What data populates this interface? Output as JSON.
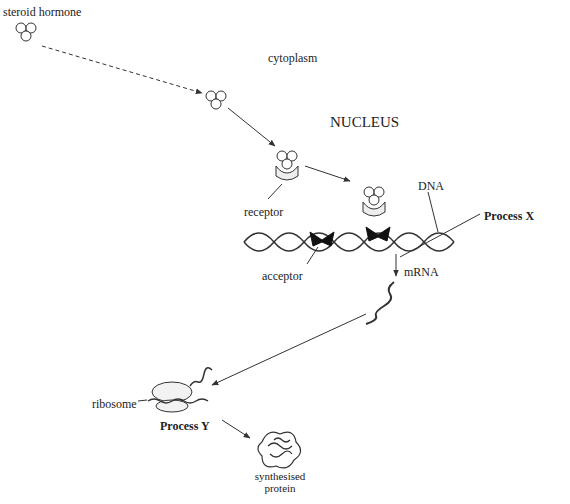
{
  "diagram": {
    "nodes": [
      {
        "text": [
          "cytoplasm"
        ]
      },
      {
        "text": [
          "NUCLEUS"
        ],
        "in": 0
      }
    ],
    "labels": [
      "steroid hormone",
      "receptor",
      "DNA",
      "acceptor",
      "Process X",
      "mRNA",
      "ribosome",
      "Process Y",
      "synthesised protein"
    ]
  }
}
